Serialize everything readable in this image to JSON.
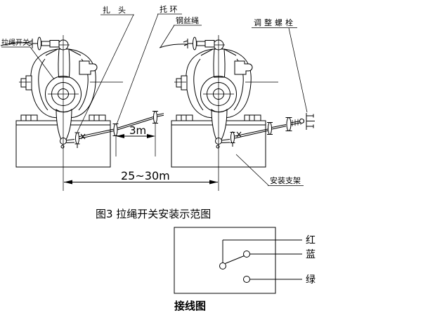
{
  "figure": {
    "callouts": {
      "pull_rope_switch": "拉绳开关",
      "clamp_head": "扎　头",
      "support_ring": "托 环",
      "wire_rope": "钢丝绳",
      "adjusting_bolt": "调整螺栓",
      "mounting_bracket": "安装支架"
    },
    "dimensions": {
      "ring_spacing": "3m",
      "switch_spacing": "25~30m"
    },
    "caption": "图3 拉绳开关安装示范图"
  },
  "wiring": {
    "terminals": [
      {
        "label": "红"
      },
      {
        "label": "蓝"
      },
      {
        "label": "绿"
      }
    ],
    "caption": "接线图"
  },
  "colors": {
    "line": "#000000",
    "background": "#ffffff"
  }
}
